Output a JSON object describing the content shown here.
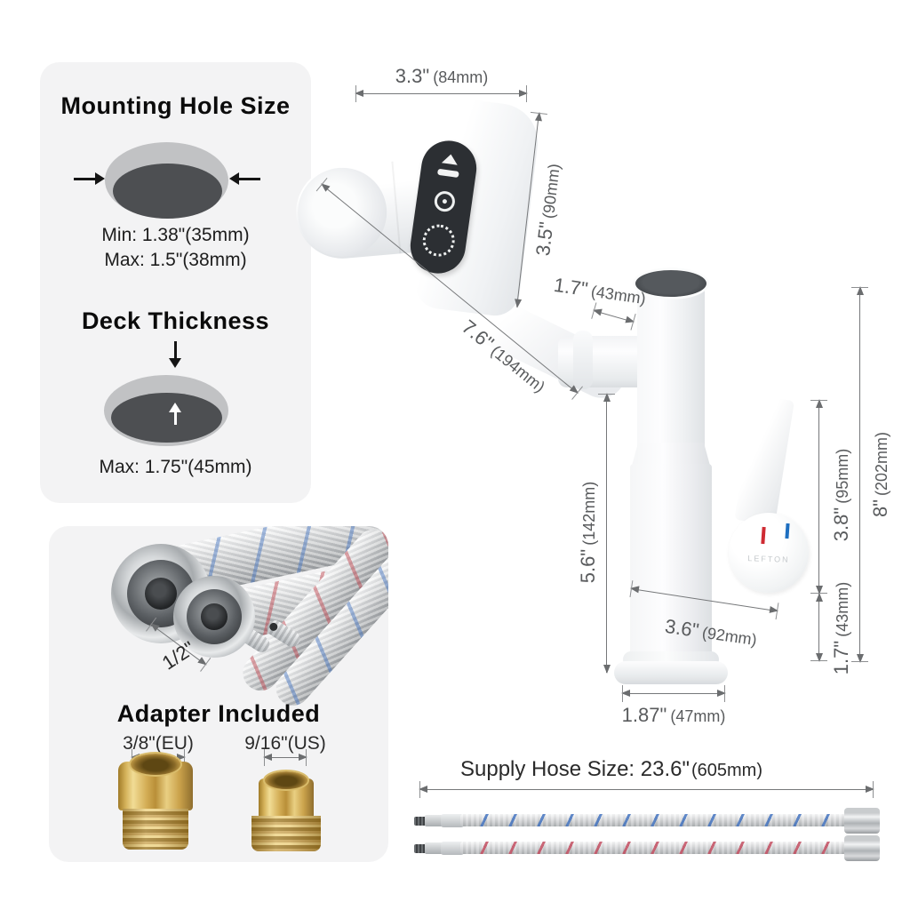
{
  "mounting_panel": {
    "title": "Mounting Hole Size",
    "min": "Min: 1.38\"(35mm)",
    "max": "Max: 1.5\"(38mm)",
    "deck_title": "Deck Thickness",
    "deck_max": "Max: 1.75\"(45mm)"
  },
  "hose_panel": {
    "connector_size": "1/2\"",
    "adapter_title": "Adapter Included",
    "adapter_eu": "3/8\"(EU)",
    "adapter_us": "9/16\"(US)"
  },
  "faucet": {
    "brand": "LEFTON",
    "dims": {
      "spout_width": {
        "in": "3.3\"",
        "mm": "(84mm)"
      },
      "head_height": {
        "in": "3.5\"",
        "mm": "(90mm)"
      },
      "spout_offset": {
        "in": "1.7\"",
        "mm": "(43mm)"
      },
      "arm_length": {
        "in": "7.6\"",
        "mm": "(194mm)"
      },
      "body_height": {
        "in": "5.6\"",
        "mm": "(142mm)"
      },
      "handle_height": {
        "in": "3.8\"",
        "mm": "(95mm)"
      },
      "total_height": {
        "in": "8\"",
        "mm": "(202mm)"
      },
      "lower_height": {
        "in": "1.7\"",
        "mm": "(43mm)"
      },
      "spout_reach": {
        "in": "3.6\"",
        "mm": "(92mm)"
      },
      "base_width": {
        "in": "1.87\"",
        "mm": "(47mm)"
      }
    }
  },
  "supply": {
    "label": "Supply Hose Size: 23.6\"",
    "mm": "(605mm)"
  },
  "colors": {
    "hot": "#cf2b33",
    "cold": "#1e6fc0",
    "panel_bg": "#f3f3f4",
    "dim_line": "#76787a",
    "brass": "#c9a24b"
  }
}
